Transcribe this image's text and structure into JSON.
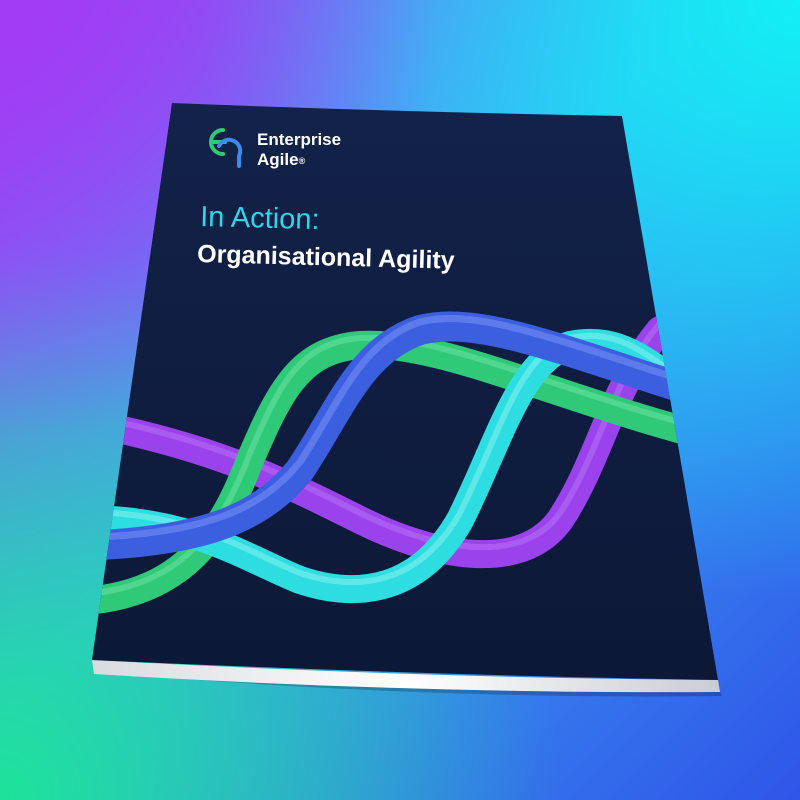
{
  "brand": {
    "name_line1": "Enterprise",
    "name_line2": "Agile",
    "registered_mark": "®",
    "logo_icon": "enterprise-agile-logo-icon"
  },
  "cover": {
    "kicker": "In Action:",
    "title": "Organisational Agility"
  },
  "colors": {
    "background_top_left": "#9b3cf4",
    "background_top_right": "#12e6f4",
    "background_bottom_left": "#1ee39a",
    "background_bottom_right": "#2f55e8",
    "cover_navy": "#0f1d3f",
    "kicker_cyan": "#2fd6ea",
    "title_white": "#ffffff",
    "ribbon_purple": "#9a43ec",
    "ribbon_green": "#2fc978",
    "ribbon_blue": "#3c5fe0",
    "ribbon_cyan": "#2edde0"
  }
}
